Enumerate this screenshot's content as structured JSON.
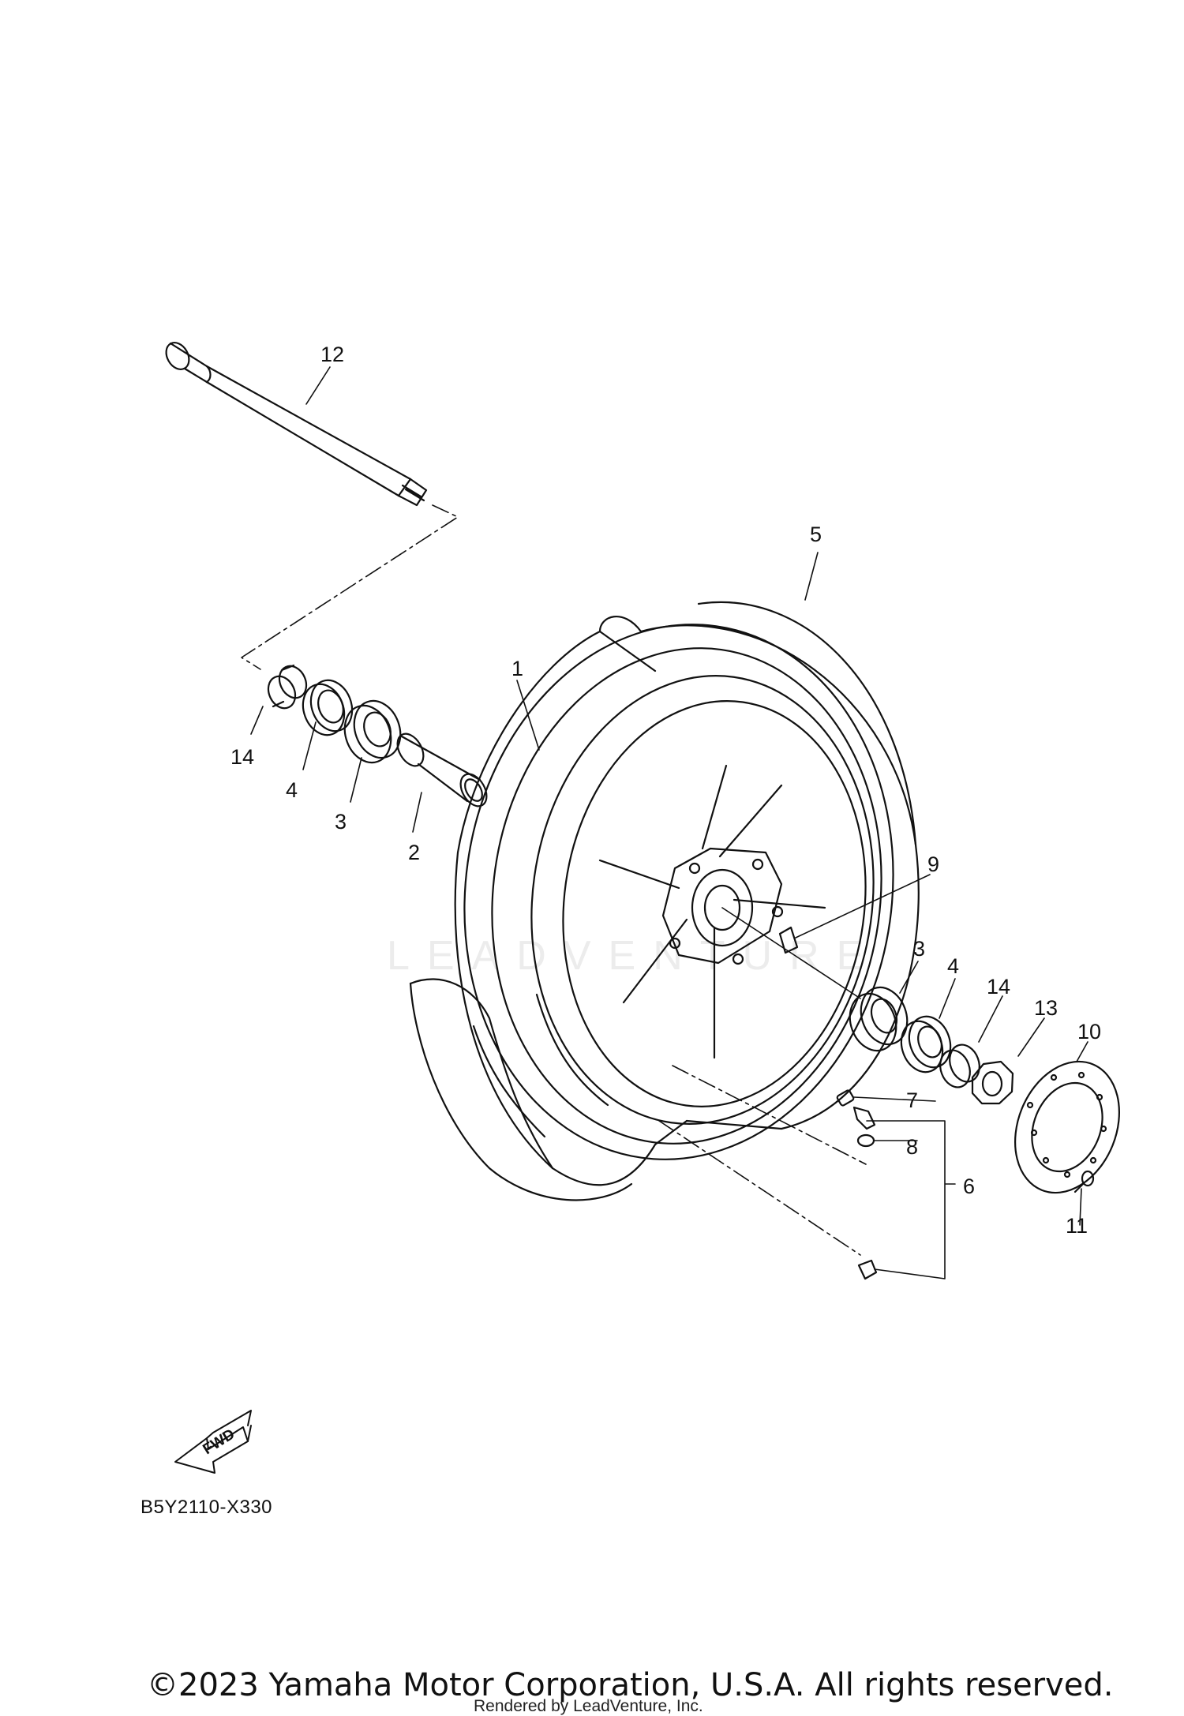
{
  "diagram": {
    "callouts": [
      {
        "id": "c12",
        "label": "12"
      },
      {
        "id": "c5",
        "label": "5"
      },
      {
        "id": "c1",
        "label": "1"
      },
      {
        "id": "c14a",
        "label": "14"
      },
      {
        "id": "c4a",
        "label": "4"
      },
      {
        "id": "c3a",
        "label": "3"
      },
      {
        "id": "c2",
        "label": "2"
      },
      {
        "id": "c9",
        "label": "9"
      },
      {
        "id": "c3b",
        "label": "3"
      },
      {
        "id": "c4b",
        "label": "4"
      },
      {
        "id": "c14b",
        "label": "14"
      },
      {
        "id": "c13",
        "label": "13"
      },
      {
        "id": "c10",
        "label": "10"
      },
      {
        "id": "c7",
        "label": "7"
      },
      {
        "id": "c8",
        "label": "8"
      },
      {
        "id": "c6",
        "label": "6"
      },
      {
        "id": "c11",
        "label": "11"
      }
    ],
    "fwd_label": "FWD",
    "watermark": "LEADVENTURE",
    "drawing_code": "B5Y2110-X330"
  },
  "footer": {
    "copyright": "©2023 Yamaha Motor Corporation, U.S.A. All rights reserved.",
    "rendered_by": "Rendered by LeadVenture, Inc."
  }
}
